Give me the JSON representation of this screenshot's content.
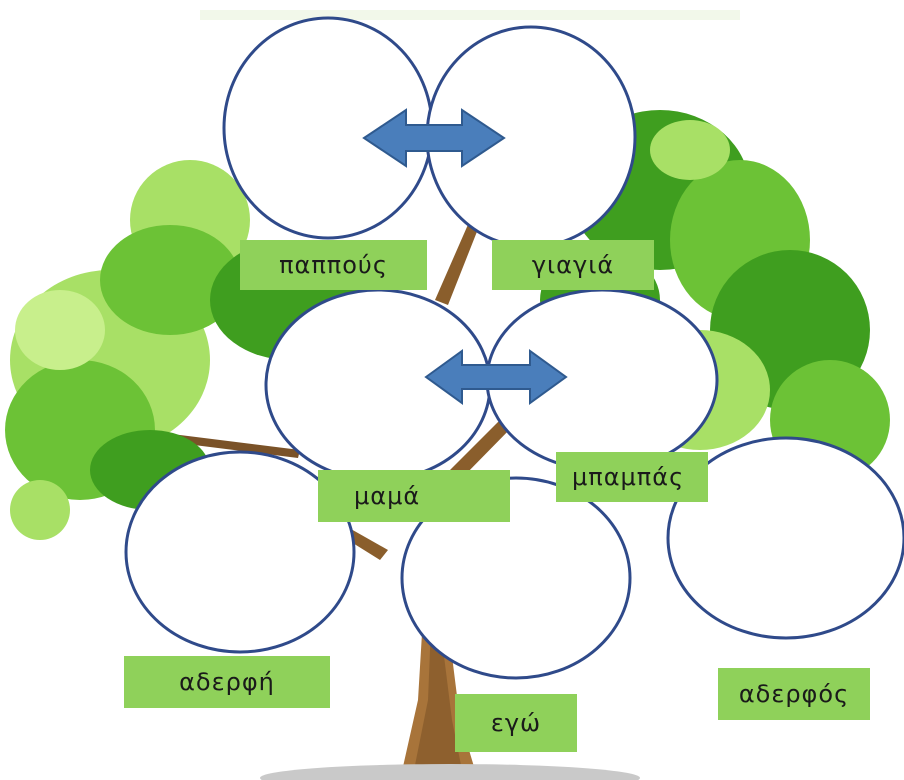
{
  "labels": {
    "grandfather": "παππούς",
    "grandmother": "γιαγιά",
    "mother": "μαμά",
    "father": "μπαμπάς",
    "sister": "αδερφή",
    "me": "εγώ",
    "brother": "αδερφός"
  },
  "colors": {
    "label_fill": "#8fd15a",
    "circle_fill": "#ffffff",
    "circle_stroke": "#2f4a8a",
    "arrow_fill": "#4a7ebb",
    "arrow_stroke": "#2f5a8f",
    "foliage_light": "#a8e066",
    "foliage_mid": "#6cc236",
    "foliage_dark": "#3f9e1f",
    "trunk": "#a8743a",
    "trunk_dark": "#6e4a22"
  }
}
